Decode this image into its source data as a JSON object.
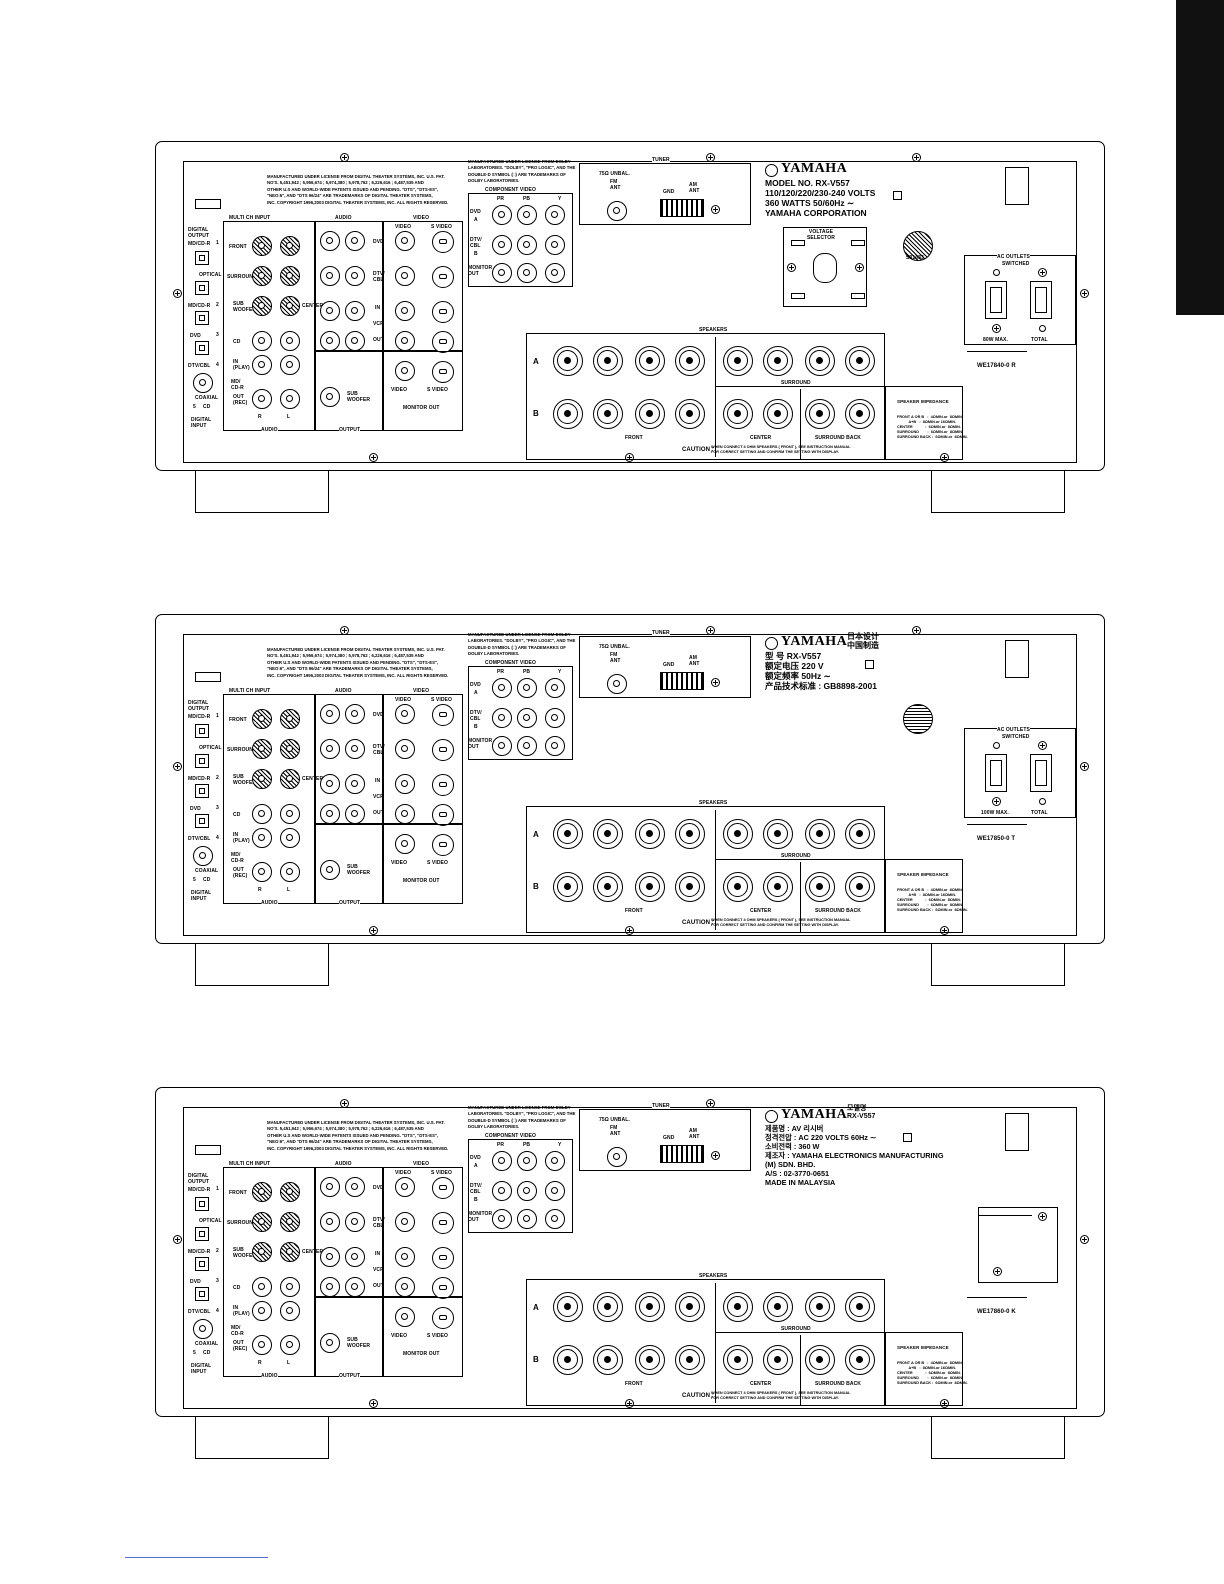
{
  "notices": {
    "dts": "MANUFACTURED UNDER LICENSE FROM DIGITAL THEATER SYSTEMS, INC. U.S. PAT.\nNO'S. 5,451,942 ; 5,956,674 ; 5,974,380 ; 5,978,762 ; 6,226,616 ; 6,487,535 AND\nOTHER U.S AND WORLD-WIDE PATENTS ISSUED AND PENDING. \"DTS\", \"DTS-ES\",\n\"NEO:6\", AND \"DTS 96/24\" ARE TRADEMARKS OF DIGITAL THEATER SYSTEMS,\nINC. COPYRIGHT 1996,2003 DIGITAL THEATER SYSTEMS, INC. ALL RIGHTS RESERVED.",
    "dolby": "MANUFACTURED UNDER LICENSE FROM DOLBY\nLABORATORIES. \"DOLBY\", \"PRO LOGIC\", AND THE\nDOUBLE-D SYMBOL (□) ARE TRADEMARKS OF\nDOLBY LABORATORIES.",
    "caution_label": "CAUTION :",
    "caution_text": "WHEN CONNECT 4 OHM SPEAKERS ( FRONT ), SEE INSTRUCTION MANUAL\nFOR CORRECT SETTING AND CONFIRM THE SETTING WITH DISPLAY."
  },
  "labels": {
    "multi_ch_input": "MULTI CH INPUT",
    "audio": "AUDIO",
    "video": "VIDEO",
    "s_video": "S VIDEO",
    "dvd": "DVD",
    "dtv_cbl": "DTV/\nCBL",
    "in": "IN",
    "vcr": "VCR",
    "out": "OUT",
    "front": "FRONT",
    "surround": "SURROUND",
    "sub_woofer": "SUB\nWOOFER",
    "center": "CENTER",
    "cd": "CD",
    "in_play": "IN\n(PLAY)",
    "md_cdr": "MD/\nCD-R",
    "out_rec": "OUT\n(REC)",
    "r": "R",
    "l": "L",
    "output": "OUTPUT",
    "monitor_out": "MONITOR OUT",
    "digital_output": "DIGITAL\nOUTPUT",
    "digital_input": "DIGITAL\nINPUT",
    "md_cdr_d": "MD/CD-R",
    "optical": "OPTICAL",
    "dtv_cbl_d": "DTV/CBL",
    "coaxial": "COAXIAL",
    "cd_d": "CD",
    "n1": "1",
    "n2": "2",
    "n3": "3",
    "n4": "4",
    "n5": "5",
    "component_video": "COMPONENT VIDEO",
    "pr": "PR",
    "pb": "PB",
    "y": "Y",
    "dvd_a": "DVD",
    "a": "A",
    "dtv_b": "DTV/\nCBL",
    "b": "B",
    "monitor_out_c": "MONITOR\nOUT",
    "tuner": "TUNER",
    "unbal": "75Ω UNBAL.",
    "fm_ant": "FM\nANT",
    "gnd": "GND",
    "am_ant": "AM\nANT",
    "speakers": "SPEAKERS",
    "spk_a": "A",
    "spk_b": "B",
    "front_spk": "FRONT",
    "surround_spk": "SURROUND",
    "center_spk": "CENTER",
    "surround_back": "SURROUND BACK",
    "speaker_impedance": "SPEAKER IMPEDANCE",
    "impedance_list": "FRONT A OR B   :  4ΩMIN.or  8ΩMIN.\n           A+B   :  8ΩMIN.or 16ΩMIN.\nCENTER            :  6ΩMIN.or  8ΩMIN.\nSURROUND        :  6ΩMIN.or  8ΩMIN.\nSURROUND BACK :  6ΩMIN.or  8ΩMIN.",
    "ac_outlets": "AC OUTLETS",
    "switched": "SWITCHED",
    "total": "TOTAL"
  },
  "panels": [
    {
      "brand": "YAMAHA",
      "ratings": "MODEL NO.  RX-V557\n110/120/220/230-240 VOLTS\n360 WATTS 50/60Hz ∼\nYAMAHA CORPORATION",
      "voltage_selector": "VOLTAGE\nSELECTOR",
      "code_mark": "S31633",
      "outlet_max": "80W MAX.",
      "part_no": "WE17840-0 R"
    },
    {
      "brand": "YAMAHA",
      "brand_extra": "日本设计\n中国制造",
      "ratings": "型    号  RX-V557\n额定电压  220 V\n额定频率  50Hz ∼\n产品技术标准 : GB8898-2001",
      "outlet_max": "100W MAX.",
      "part_no": "WE17850-0 T"
    },
    {
      "brand": "YAMAHA",
      "brand_extra": "모델명\nRX-V557",
      "ratings": "제품명  : AV 리시버\n정격전압 : AC 220 VOLTS  60Hz ∼\n소비전력 : 360 W\n제조자  : YAMAHA ELECTRONICS MANUFACTURING\n          (M) SDN. BHD.\nA/S     : 02-3770-0651\nMADE IN MALAYSIA",
      "part_no": "WE17860-0 K"
    }
  ]
}
